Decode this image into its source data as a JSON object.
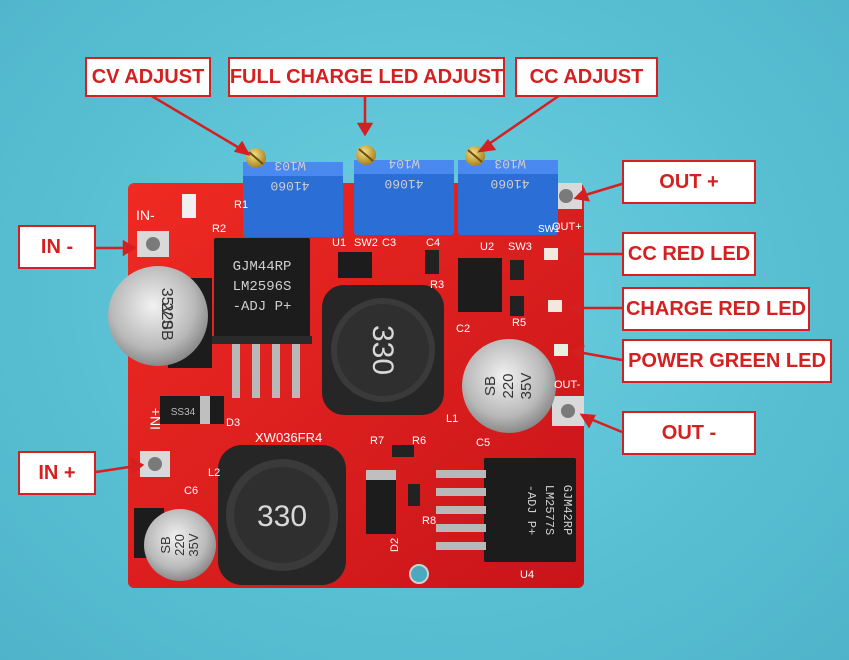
{
  "callouts": {
    "cv_adjust": "CV ADJUST",
    "full_charge_led_adjust": "FULL CHARGE LED ADJUST",
    "cc_adjust": "CC ADJUST",
    "out_plus": "OUT +",
    "in_minus": "IN -",
    "cc_red_led": "CC RED LED",
    "charge_red_led": "CHARGE RED LED",
    "power_green_led": "POWER GREEN LED",
    "out_minus": "OUT -",
    "in_plus": "IN +"
  },
  "board": {
    "pot_marking_1": "W103",
    "pot_code_1": "41060",
    "pot_marking_2": "W104",
    "pot_code_2": "41060",
    "pot_marking_3": "W103",
    "pot_code_3": "41060",
    "chip1_line1": "GJM44RP",
    "chip1_line2": "LM2596S",
    "chip1_line3": "-ADJ P+",
    "chip2_line1": "GJM42RP",
    "chip2_line2": "LM2577S",
    "chip2_line3": "-ADJ P+",
    "inductor_top": "330",
    "inductor_bottom": "330",
    "cap1_a": "SB",
    "cap1_b": "220",
    "cap1_c": "35V",
    "cap2_a": "SB",
    "cap2_b": "220",
    "cap2_c": "35V",
    "cap3_a": "SB",
    "cap3_b": "220",
    "cap3_c": "35V",
    "board_id": "XW036FR4",
    "label_in_minus": "IN-",
    "label_in_plus": "IN+",
    "label_out_plus": "OUT+",
    "label_out_minus": "OUT-",
    "ref_r1": "R1",
    "ref_r2": "R2",
    "ref_r3": "R3",
    "ref_r5": "R5",
    "ref_r6": "R6",
    "ref_r7": "R7",
    "ref_r8": "R8",
    "ref_u1": "U1",
    "ref_u2": "U2",
    "ref_u4": "U4",
    "ref_sw1": "SW1",
    "ref_sw2": "SW2",
    "ref_sw3": "SW3",
    "ref_c2": "C2",
    "ref_c3": "C3",
    "ref_c4": "C4",
    "ref_c5": "C5",
    "ref_c6": "C6",
    "ref_d2": "D2",
    "ref_d3": "D3",
    "ref_l1": "L1",
    "ref_l2": "L2",
    "diode_text": "SS34"
  },
  "colors": {
    "pcb": "#e01b1b",
    "callout_border": "#d42020",
    "background": "#5cc3d6",
    "pot_blue": "#2b6fd6"
  }
}
